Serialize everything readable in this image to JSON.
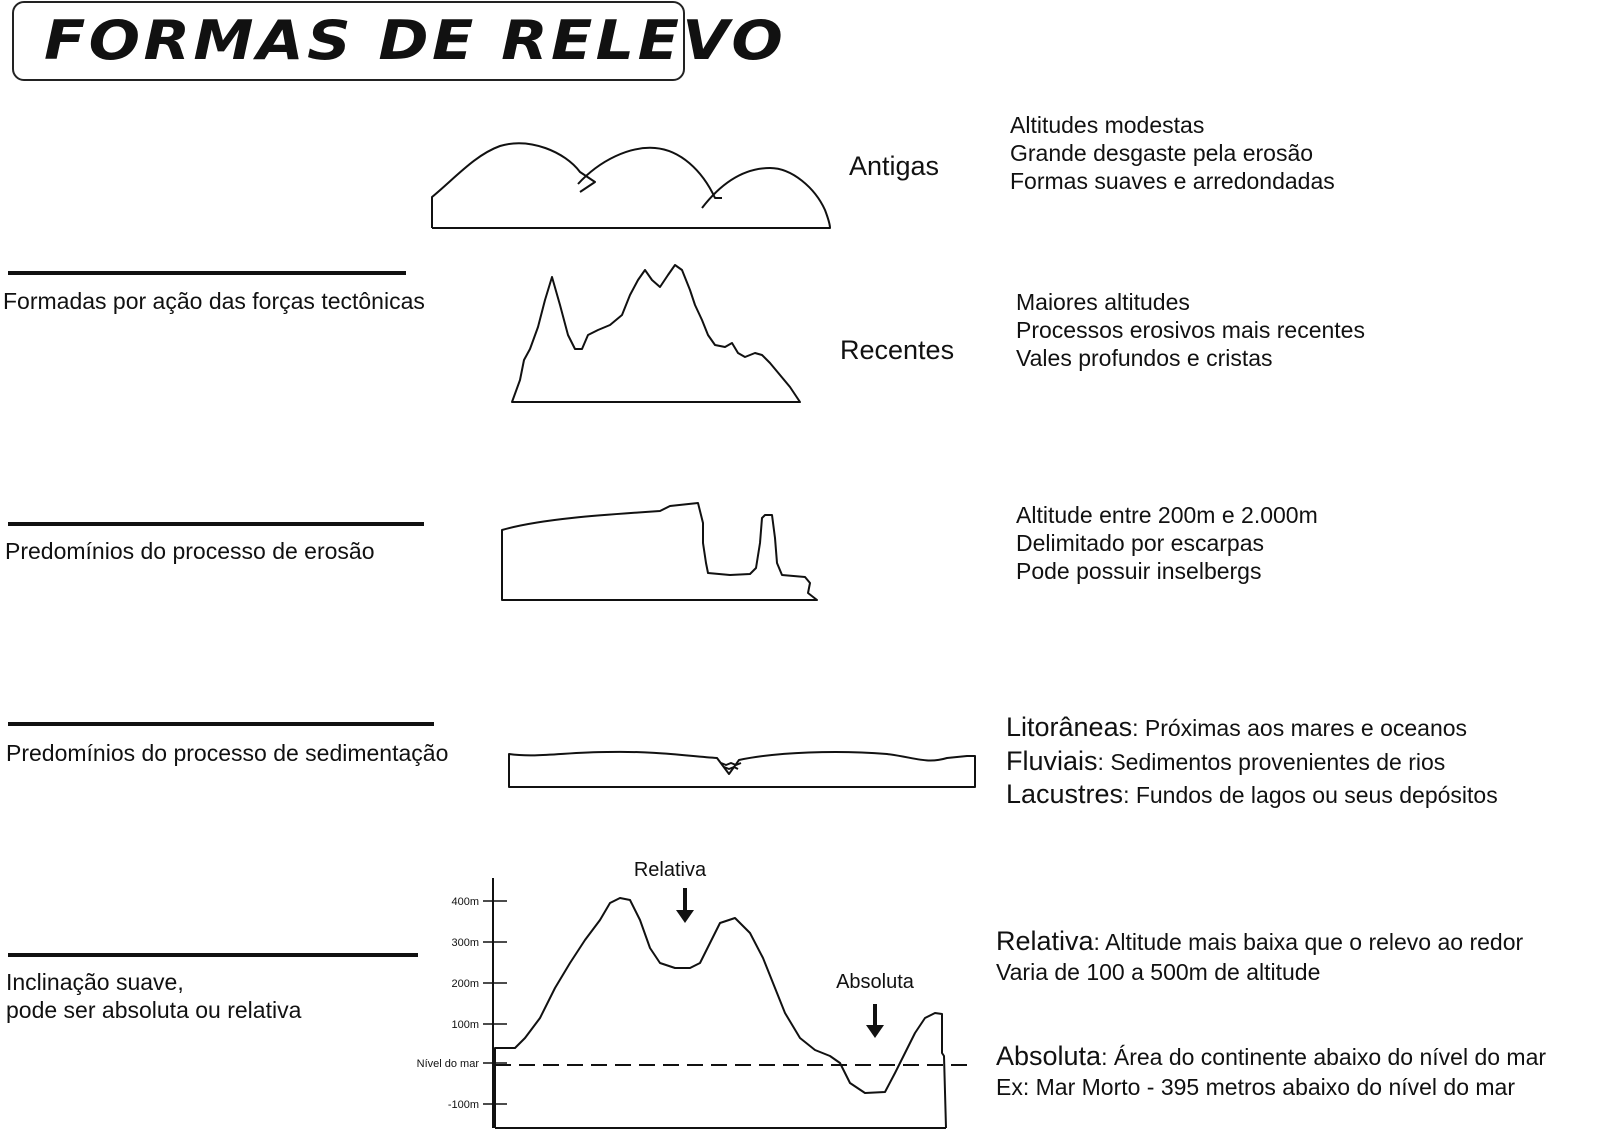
{
  "title": "FORMAS DE RELEVO",
  "sections": {
    "antigas": {
      "label": "Antigas",
      "notes": [
        "Altitudes modestas",
        "Grande desgaste pela erosão",
        "Formas suaves e arredondadas"
      ]
    },
    "recentes": {
      "caption": "Formadas por ação das forças tectônicas",
      "label": "Recentes",
      "notes": [
        "Maiores altitudes",
        "Processos erosivos mais recentes",
        "Vales profundos e cristas"
      ]
    },
    "planalto": {
      "caption": "Predomínios do processo de erosão",
      "notes": [
        "Altitude entre 200m e 2.000m",
        "Delimitado por escarpas",
        "Pode possuir inselbergs"
      ]
    },
    "planicie": {
      "caption": "Predomínios do processo de sedimentação",
      "items": [
        {
          "term": "Litorâneas",
          "sep": ": ",
          "desc": "Próximas aos mares e oceanos"
        },
        {
          "term": "Fluviais",
          "sep": ": ",
          "desc": "Sedimentos provenientes de rios"
        },
        {
          "term": "Lacustres",
          "sep": ": ",
          "desc": "Fundos de lagos ou seus depósitos"
        }
      ]
    },
    "depressao": {
      "caption_lines": [
        "Inclinação suave,",
        "pode ser absoluta ou relativa"
      ],
      "axis_ticks": [
        "400m",
        "300m",
        "200m",
        "100m",
        "Nível do mar",
        "-100m"
      ],
      "arrow_relativa": "Relativa",
      "arrow_absoluta": "Absoluta",
      "relativa": {
        "term": "Relativa",
        "sep": ": ",
        "desc": "Altitude mais baixa que o relevo ao redor",
        "line2": "Varia de 100 a 500m de altitude"
      },
      "absoluta": {
        "term": "Absoluta",
        "sep": ": ",
        "desc": "Área do continente abaixo do nível do mar",
        "line2": "Ex: Mar Morto - 395 metros abaixo do nível do mar"
      }
    }
  }
}
